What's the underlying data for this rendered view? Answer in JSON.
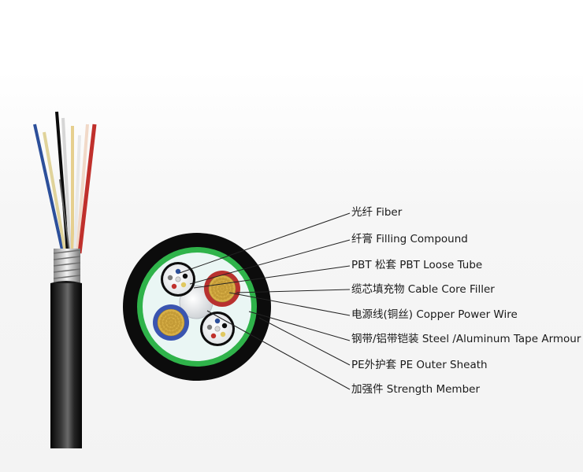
{
  "labels": {
    "fiber": "光纤 Fiber",
    "filling": "纤膏 Filling Compound",
    "tube": "PBT 松套 PBT Loose Tube",
    "filler": "缆芯填充物 Cable Core Filler",
    "power": "电源线(铜丝) Copper Power Wire",
    "armour": "钢带/铝带铠装 Steel /Aluminum Tape Armour",
    "sheath": "PE外护套 PE Outer Sheath",
    "strength": "加强件 Strength Member"
  },
  "colors": {
    "sheath": "#0c0c0c",
    "armour": "#2fb34a",
    "core": "#eaf6f4",
    "copper": "#d8b048",
    "power_insulation_red": "#b8312f",
    "power_insulation_blue": "#3a55b0",
    "fiber_wire_red": "#c0302c",
    "fiber_wire_blue": "#2c4f9a",
    "fiber_wire_yellow": "#e0c860"
  }
}
